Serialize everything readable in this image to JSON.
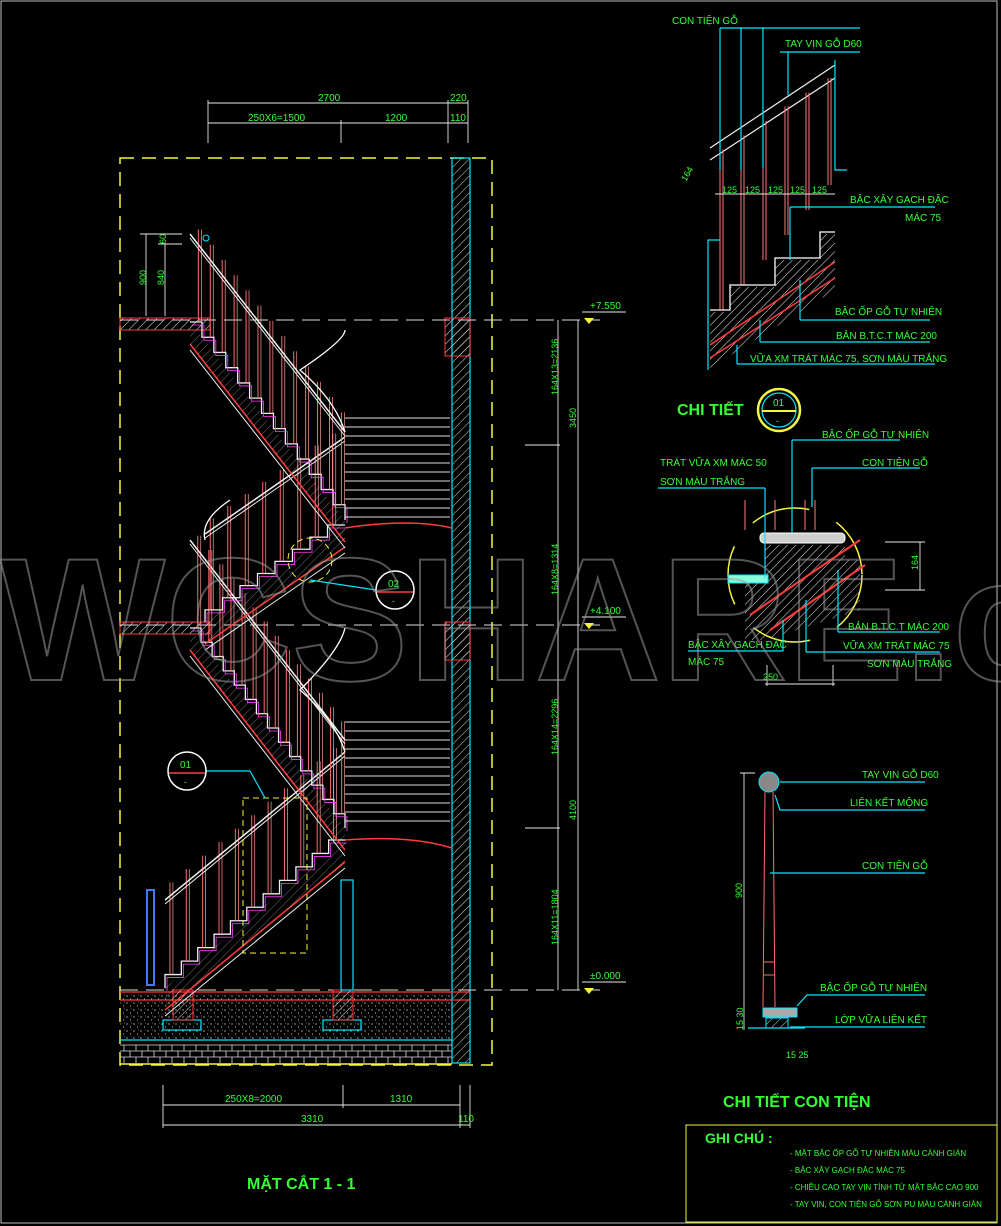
{
  "watermark": "WCSHARE.com",
  "main_section": {
    "title": "MẶT CẮT 1 - 1",
    "top_dims": {
      "total": "2700",
      "wall": "220",
      "flight": "250X6=1500",
      "landing": "1200",
      "wall_half": "110"
    },
    "rail_dims": {
      "h900": "900",
      "h840": "840",
      "h60": "60"
    },
    "levels": [
      "+7.550",
      "+4.100",
      "±0.000"
    ],
    "vertical_dims": {
      "upper_a": "164X13=2136",
      "upper_b": "164X8=1314",
      "upper_total": "3450",
      "lower_a": "164X14=2296",
      "lower_b": "164X11=1804",
      "lower_total": "4100"
    },
    "bottom_dims": {
      "flight": "250X8=2000",
      "landing": "1310",
      "total": "3310",
      "wall_half": "110"
    },
    "callouts": [
      {
        "num": "02",
        "sub": "-"
      },
      {
        "num": "01",
        "sub": "-"
      }
    ]
  },
  "detail_01": {
    "title": "CHI TIẾT",
    "callout": {
      "num": "01",
      "sub": "-"
    },
    "labels": {
      "baluster": "CON TIỆN GỖ",
      "handrail": "TAY VỊN GỖ D60",
      "brick_1": "BẬC XÂY GẠCH ĐẶC",
      "brick_2": "MÁC 75",
      "wood": "BẬC ỐP GỖ TỰ NHIÊN",
      "slab": "BẢN B.T.C.T MÁC 200",
      "plaster": "VỮA XM TRÁT MÁC 75, SƠN MÀU TRẮNG"
    },
    "spacing": [
      "125",
      "125",
      "125",
      "125",
      "125"
    ],
    "riser": "164"
  },
  "detail_02": {
    "labels": {
      "wood": "BẬC ỐP GỖ TỰ NHIÊN",
      "plaster50_1": "TRÁT VỮA XM MÁC 50",
      "plaster50_2": "SƠN MÀU TRẮNG",
      "baluster": "CON TIỆN GỖ",
      "slab": "BẢN B.T.C.T MÁC 200",
      "plaster75_1": "VỮA XM TRÁT MÁC 75",
      "plaster75_2": "SƠN MÀU TRẮNG",
      "brick_1": "BẬC XÂY GẠCH ĐẶC",
      "brick_2": "MÁC 75"
    },
    "riser": "164",
    "tread": "250"
  },
  "detail_baluster": {
    "title": "CHI TIẾT CON TIỆN",
    "labels": {
      "handrail": "TAY VỊN GỖ D60",
      "joint": "LIÊN KẾT MỘNG",
      "baluster": "CON TIỆN GỖ",
      "wood": "BẬC ỐP GỖ TỰ NHIÊN",
      "mortar": "LỚP VỮA LIÊN KẾT"
    },
    "height": "900",
    "left_dims": "15 30",
    "bottom_dims": "15 25"
  },
  "notes": {
    "title": "GHI CHÚ :",
    "items": [
      "- MẶT BẬC ỐP GỖ TỰ NHIÊN MÀU CÁNH GIÁN",
      "- BẬC XÂY GẠCH ĐẶC MÁC 75",
      "- CHIỀU CAO TAY VỊN TÍNH TỪ MẶT BẬC CAO 900",
      "- TAY VỊN, CON TIỆN GỖ SƠN PU MÀU CÁNH GIÁN"
    ]
  }
}
